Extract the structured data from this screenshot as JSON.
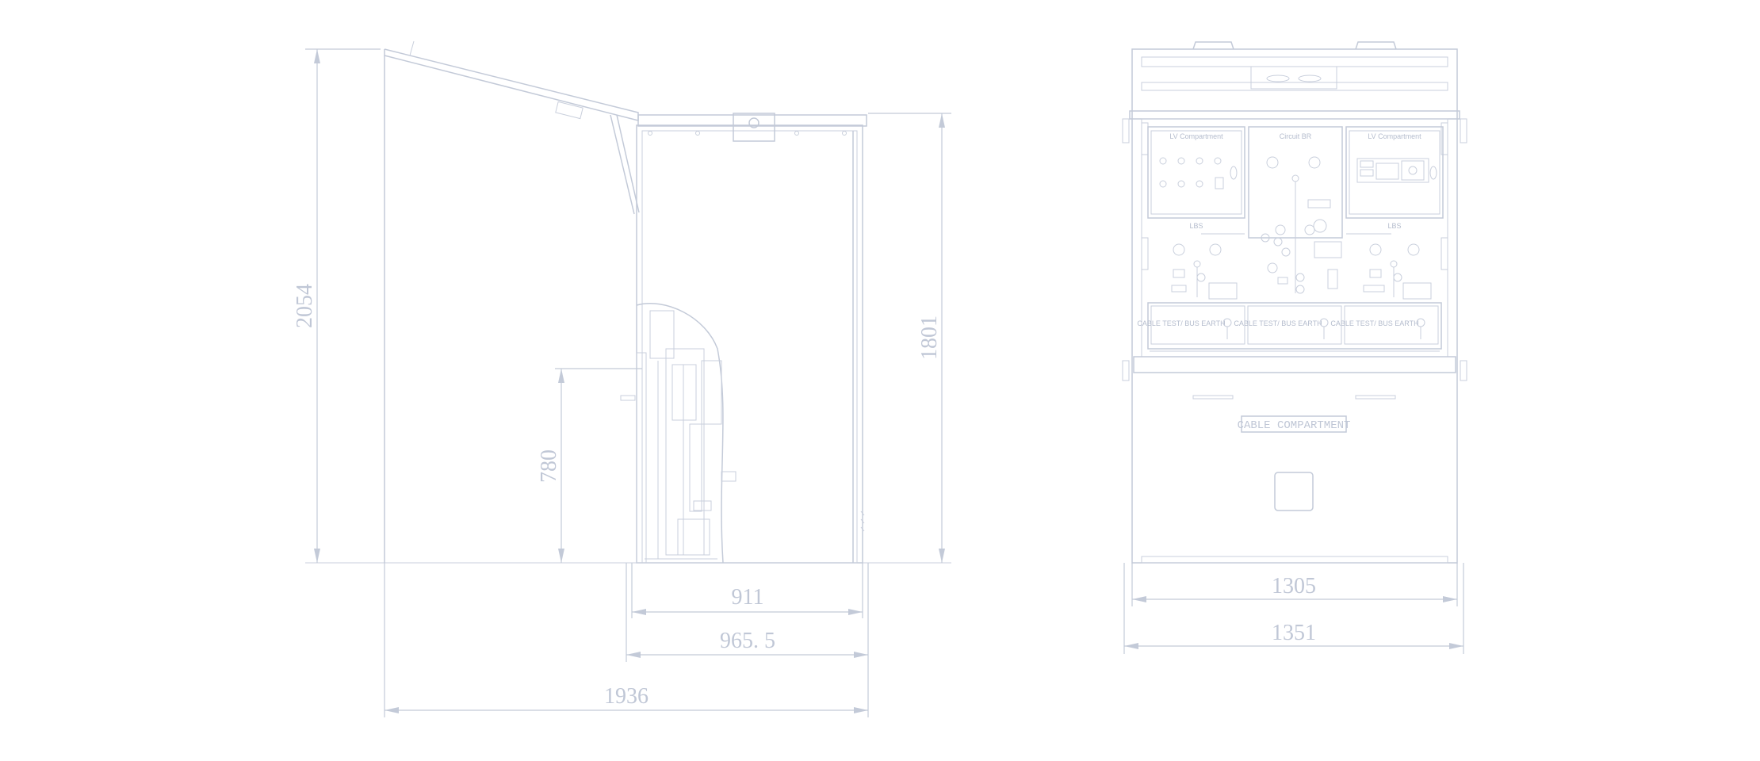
{
  "side_view": {
    "dim_height_total": "2054",
    "dim_height_body": "1801",
    "dim_height_internal": "780",
    "dim_width_body": "911",
    "dim_width_base": "965. 5",
    "dim_width_total": "1936"
  },
  "front_view": {
    "dim_width_inner": "1305",
    "dim_width_outer": "1351",
    "label_lv_left": "LV Compartment",
    "label_circuit_br": "Circuit BR",
    "label_lv_right": "LV Compartment",
    "label_lbs_left": "LBS",
    "label_lbs_right": "LBS",
    "label_cable_test_1": "CABLE TEST/ BUS EARTH",
    "label_cable_test_2": "CABLE TEST/ BUS EARTH",
    "label_cable_test_3": "CABLE TEST/ BUS EARTH",
    "label_cable_compartment": "CABLE COMPARTMENT"
  },
  "colors": {
    "line": "#c3cad8",
    "text": "#c0c7d6",
    "background": "#ffffff"
  }
}
